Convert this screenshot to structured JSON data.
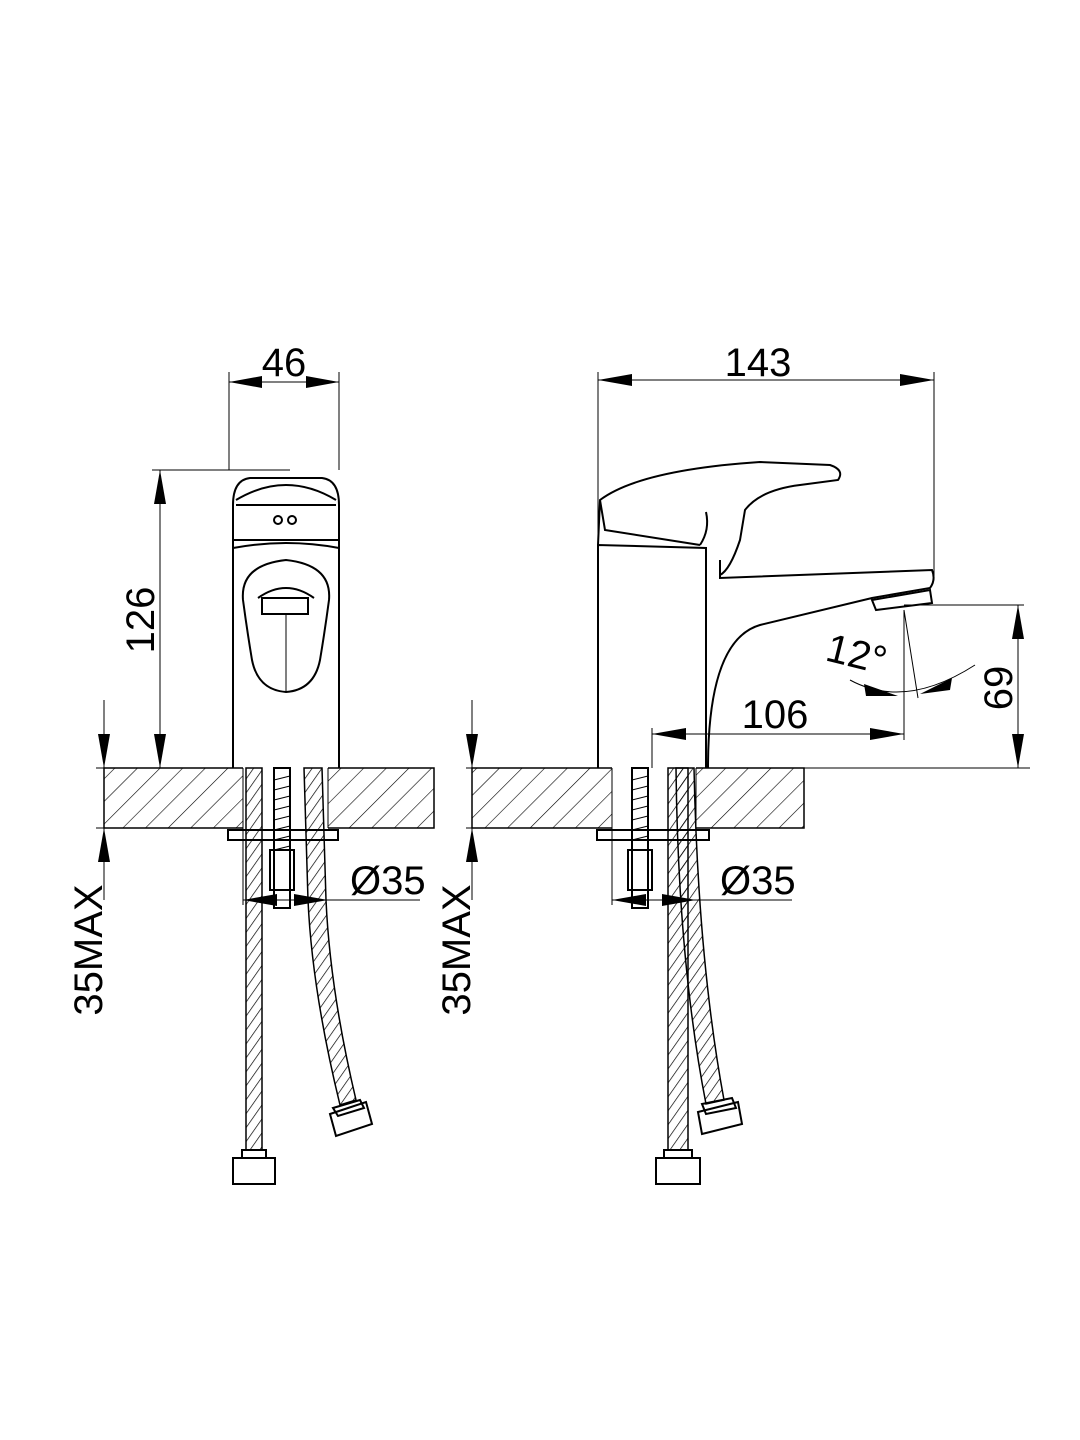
{
  "front_view": {
    "width_label": "46",
    "height_label": "126",
    "max_thickness_label": "35MAX",
    "hole_label": "Ø35"
  },
  "side_view": {
    "length_label": "143",
    "reach_label": "106",
    "spout_height_label": "69",
    "angle_label": "12°",
    "max_thickness_label": "35MAX",
    "hole_label": "Ø35"
  },
  "colors": {
    "line": "#000000",
    "background": "#ffffff"
  }
}
